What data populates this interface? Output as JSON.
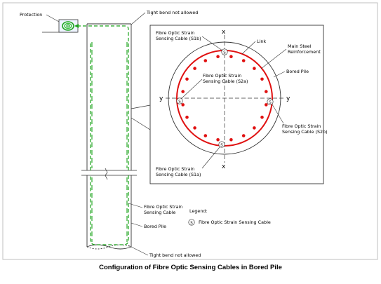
{
  "caption": "Configuration of Fibre Optic Sensing Cables in Bored Pile",
  "labels": {
    "protection": "Protection",
    "tight_bend_top": "Tight bend not allowed",
    "tight_bend_bottom": "Tight bend not allowed",
    "s1b_l1": "Fibre Optic Strain",
    "s1b_l2": "Sensing Cable (S1b)",
    "link": "Link",
    "main_steel_l1": "Main Steel",
    "main_steel_l2": "Reinforcement",
    "bored_pile_section": "Bored Pile",
    "s2a_l1": "Fibre Optic Strain",
    "s2a_l2": "Sensing Cable (S2a)",
    "s2b_l1": "Fibre Optic Strain",
    "s2b_l2": "Sensing Cable (S2b)",
    "s1a_l1": "Fibre Optic Strain",
    "s1a_l2": "Sensing Cable (S1a)",
    "elev_cable_l1": "Fibre Optic Strain",
    "elev_cable_l2": "Sensing Cable",
    "bored_pile_elev": "Bored Pile",
    "legend_title": "Legend:",
    "legend_symbol": "S",
    "legend_text": "Fibre Optic Strain Sensing Cable",
    "sensor_symbol": "S",
    "axis_x_top": "x",
    "axis_x_bottom": "x",
    "axis_y_left": "y",
    "axis_y_right": "y"
  },
  "colors": {
    "cable": "#1aa31a",
    "rebar": "#e01010",
    "line": "#333333",
    "protection": "#3cc83c"
  }
}
